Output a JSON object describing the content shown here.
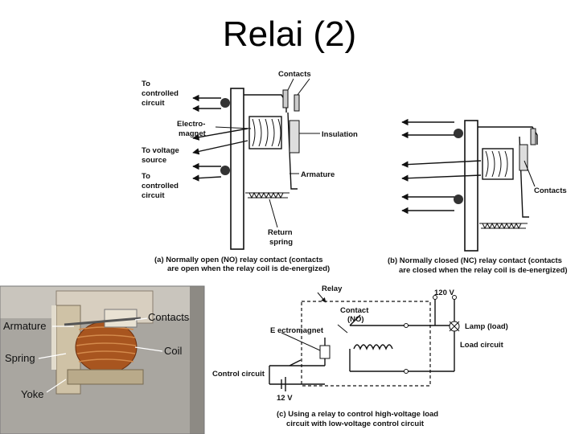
{
  "title": "Relai (2)",
  "diagram_a": {
    "labels": {
      "to_controlled_top": [
        "To",
        "controlled",
        "circuit"
      ],
      "contacts": "Contacts",
      "electromagnet": [
        "Electro-",
        "magnet"
      ],
      "insulation": "Insulation",
      "to_voltage": [
        "To voltage",
        "source"
      ],
      "to_controlled_bottom": [
        "To",
        "controlled",
        "circuit"
      ],
      "armature": "Armature",
      "return_spring": [
        "Return",
        "spring"
      ]
    },
    "caption": [
      "(a) Normally open (NO) relay contact (contacts",
      "are open when the relay coil is de-energized)"
    ]
  },
  "diagram_b": {
    "labels": {
      "contacts": "Contacts"
    },
    "caption": [
      "(b) Normally closed (NC) relay contact (contacts",
      "are closed when the relay coil is de-energized)"
    ]
  },
  "diagram_c": {
    "labels": {
      "relay": "Relay",
      "contact_no": [
        "Contact",
        "(NO)"
      ],
      "electromagnet": "E ectromagnet",
      "voltage_high": "120 V",
      "lamp": "Lamp (load)",
      "load_circuit": "Load circuit",
      "control_circuit": "Control circuit",
      "voltage_low": "12 V"
    },
    "caption": [
      "(c) Using a relay to control high-voltage load",
      "circuit with low-voltage control circuit"
    ]
  },
  "photo": {
    "labels": {
      "armature": "Armature",
      "contacts": "Contacts",
      "spring": "Spring",
      "coil": "Coil",
      "yoke": "Yoke"
    }
  }
}
